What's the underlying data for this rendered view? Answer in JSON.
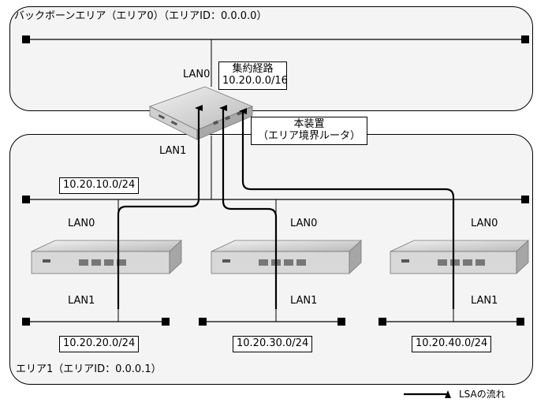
{
  "backbone": {
    "title": "バックボーンエリア（エリア0）（エリアID：0.0.0.0）",
    "lan0_label": "LAN0",
    "summary_route": {
      "line1": "集約経路",
      "line2": "10.20.0.0/16"
    }
  },
  "main_device": {
    "label_line1": "本装置",
    "label_line2": "（エリア境界ルータ）",
    "lan1_label": "LAN1"
  },
  "area1": {
    "title": "エリア1（エリアID：0.0.0.1）",
    "network": "10.20.10.0/24",
    "routers": [
      {
        "lan0": "LAN0",
        "lan1": "LAN1",
        "network": "10.20.20.0/24"
      },
      {
        "lan0": "LAN0",
        "lan1": "LAN1",
        "network": "10.20.30.0/24"
      },
      {
        "lan0": "LAN0",
        "lan1": "LAN1",
        "network": "10.20.40.0/24"
      }
    ]
  },
  "legend": {
    "label": "LSAの流れ"
  }
}
